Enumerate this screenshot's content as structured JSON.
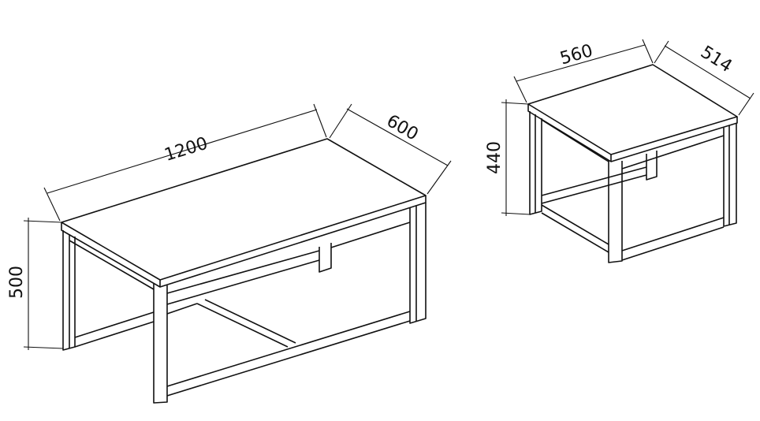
{
  "coffee_table": {
    "length_label": "1200",
    "depth_label": "600",
    "height_label": "500"
  },
  "side_table": {
    "length_label": "560",
    "depth_label": "514",
    "height_label": "440"
  },
  "colors": {
    "line": "#111111",
    "background": "#ffffff"
  }
}
